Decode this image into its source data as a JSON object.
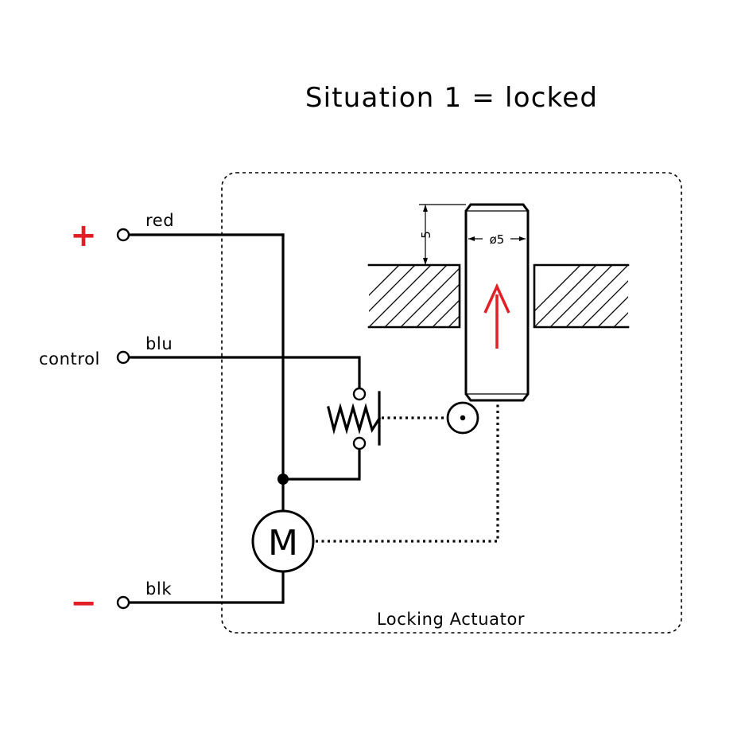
{
  "title": "Situation 1 = locked",
  "box_label": "Locking Actuator",
  "terminals": {
    "positive": {
      "sign": "+",
      "wire_label": "red"
    },
    "control": {
      "name": "control",
      "wire_label": "blu"
    },
    "negative": {
      "sign": "−",
      "wire_label": "blk"
    }
  },
  "motor": {
    "letter": "M"
  },
  "pin": {
    "diameter_label": "ø5",
    "height_label": "5",
    "direction": "up"
  },
  "colors": {
    "line": "#000000",
    "accent_red": "#e31e24"
  }
}
